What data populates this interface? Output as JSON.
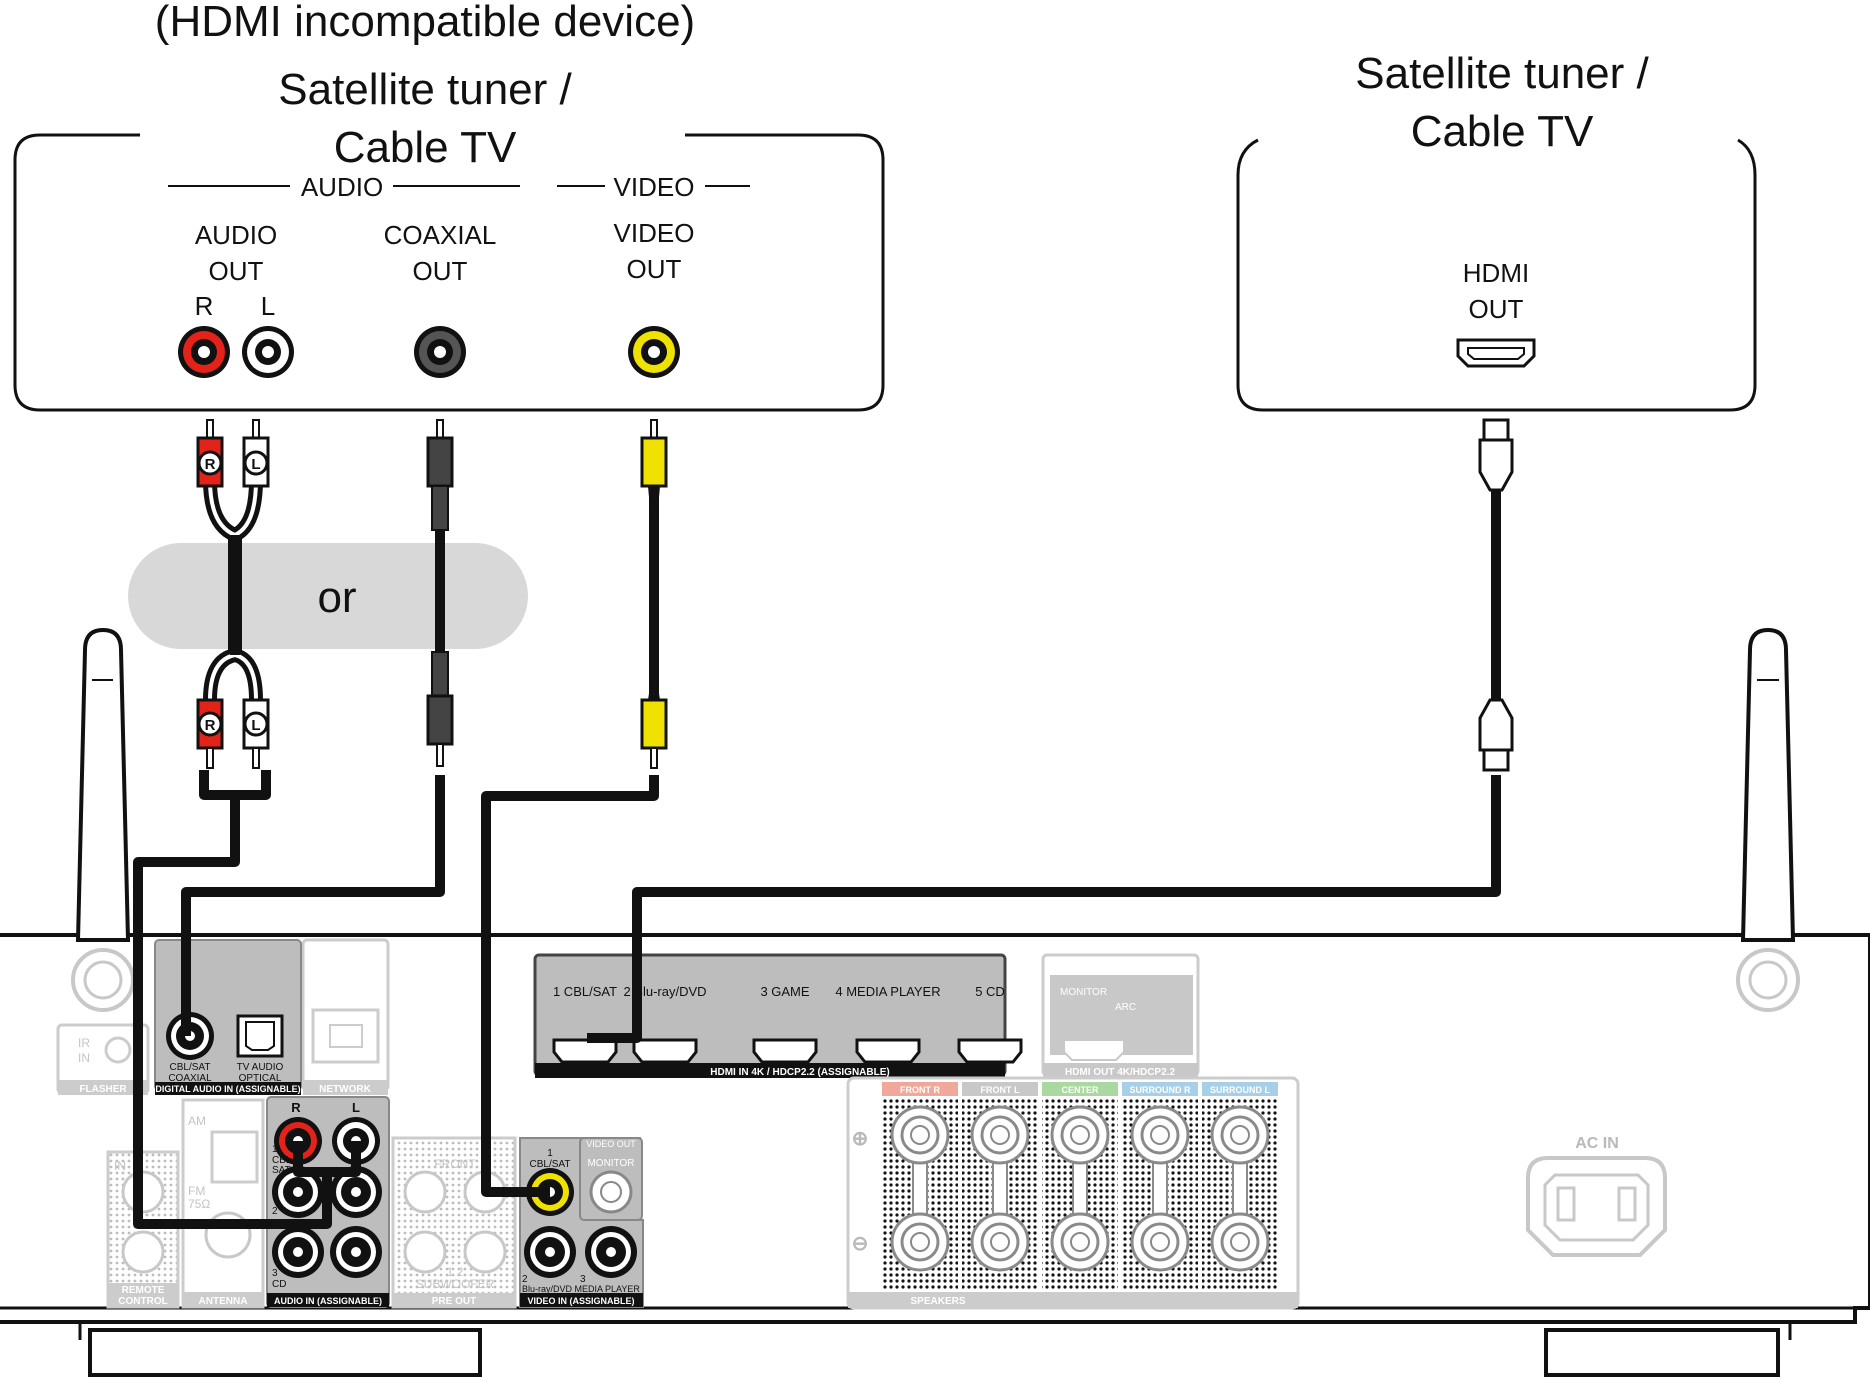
{
  "left_device": {
    "note": "(HDMI incompatible device)",
    "title_line1": "Satellite tuner /",
    "title_line2": "Cable TV",
    "audio_group": "AUDIO",
    "video_group": "VIDEO",
    "audio_out_line1": "AUDIO",
    "audio_out_line2": "OUT",
    "channel_r": "R",
    "channel_l": "L",
    "coaxial_out_line1": "COAXIAL",
    "coaxial_out_line2": "OUT",
    "video_out_line1": "VIDEO",
    "video_out_line2": "OUT"
  },
  "right_device": {
    "title_line1": "Satellite tuner /",
    "title_line2": "Cable TV",
    "hdmi_out_line1": "HDMI",
    "hdmi_out_line2": "OUT"
  },
  "or_label": "or",
  "plug_r": "R",
  "plug_l": "L",
  "receiver": {
    "hdmi_in": {
      "ports": [
        "1 CBL/SAT",
        "2 Blu-ray/DVD",
        "3 GAME",
        "4 MEDIA PLAYER",
        "5 CD"
      ],
      "label": "HDMI  IN  4K / HDCP2.2 (ASSIGNABLE)"
    },
    "hdmi_out": {
      "monitor": "MONITOR",
      "arc": "ARC",
      "label": "HDMI OUT 4K/HDCP2.2"
    },
    "digital_audio_in": {
      "coaxial_line1": "CBL/SAT",
      "coaxial_line2": "COAXIAL",
      "optical_line1": "TV AUDIO",
      "optical_line2": "OPTICAL",
      "label": "DIGITAL AUDIO IN (ASSIGNABLE)"
    },
    "network": "NETWORK",
    "flasher": "FLASHER",
    "ir_in_line1": "IR",
    "ir_in_line2": "IN",
    "remote_line1": "REMOTE",
    "remote_line2": "CONTROL",
    "antenna": {
      "am": "AM",
      "fm_line1": "FM",
      "fm_line2": "75Ω",
      "label": "ANTENNA"
    },
    "audio_in": {
      "r": "R",
      "l": "L",
      "input1_line1": "1",
      "input1_line2": "CBL/",
      "input1_line3": "SAT",
      "input2": "2",
      "input3_line1": "3",
      "input3_line2": "CD",
      "label": "AUDIO IN (ASSIGNABLE)"
    },
    "pre_out": {
      "front": "FRONT",
      "subwoofer": "SUBWOOFER",
      "sub_numbers": "1    2",
      "label": "PRE OUT"
    },
    "video_in": {
      "input1_line1": "1",
      "input1_line2": "CBL/SAT",
      "video_out": "VIDEO OUT",
      "monitor": "MONITOR",
      "input2": "2",
      "input3": "3",
      "input23_names": "Blu-ray/DVD MEDIA PLAYER",
      "label": "VIDEO IN (ASSIGNABLE)"
    },
    "speakers": {
      "front_r": "FRONT R",
      "front_l": "FRONT L",
      "center": "CENTER",
      "surround_r": "SURROUND R",
      "surround_l": "SURROUND L",
      "plus": "⊕",
      "minus": "⊖",
      "label": "SPEAKERS"
    },
    "ac_in": "AC IN"
  },
  "colors": {
    "red_jack": "#e32219",
    "yellow_jack": "#f0e200",
    "cable": "#111111",
    "or_background": "#d8d8d8",
    "panel_dark": "#555555",
    "panel_light": "#bdbdbd",
    "faded": "#c8c8c8"
  }
}
